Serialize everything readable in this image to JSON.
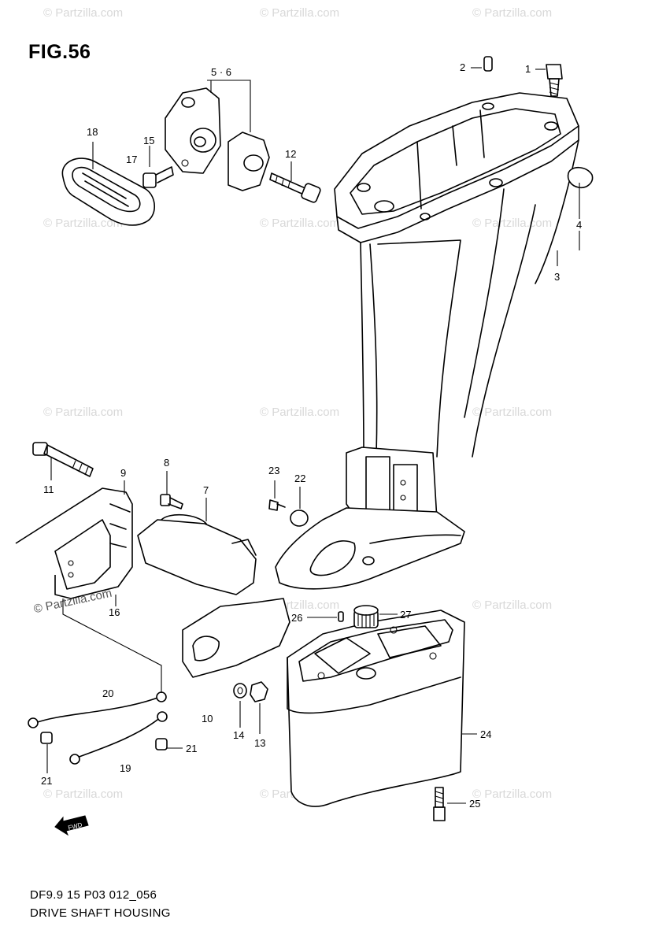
{
  "figure_title": "FIG.56",
  "footer": {
    "code": "DF9.9 15 P03 012_056",
    "name": "DRIVE SHAFT HOUSING"
  },
  "watermark": {
    "text": "© Partzilla.com",
    "featured_text": "© Partzilla.com"
  },
  "callouts": {
    "c1": "1",
    "c2": "2",
    "c3": "3",
    "c4": "4",
    "c56": "5 · 6",
    "c7": "7",
    "c8": "8",
    "c9": "9",
    "c10": "10",
    "c11": "11",
    "c12": "12",
    "c13": "13",
    "c14": "14",
    "c15": "15",
    "c16": "16",
    "c17": "17",
    "c18": "18",
    "c19": "19",
    "c20": "20",
    "c21a": "21",
    "c21b": "21",
    "c22": "22",
    "c23": "23",
    "c24": "24",
    "c25": "25",
    "c26": "26",
    "c27": "27"
  },
  "fwd_arrow": {
    "label": "FWD",
    "icon": "fwd-arrow-icon"
  },
  "colors": {
    "line": "#000000",
    "background": "#ffffff",
    "watermark": "#d8d8d8"
  }
}
